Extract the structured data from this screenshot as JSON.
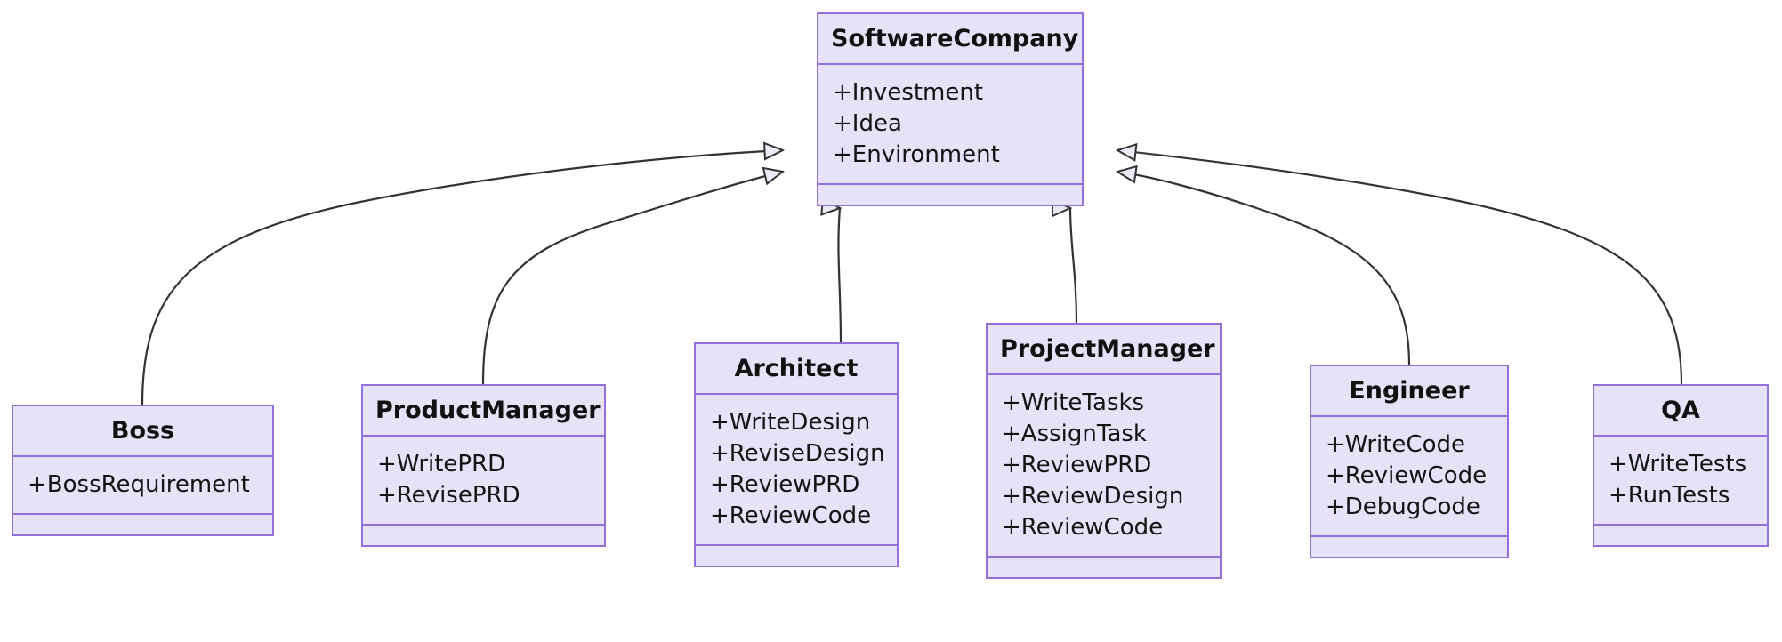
{
  "diagram": {
    "kind": "uml-class-diagram",
    "relationship": "generalization",
    "colors": {
      "node_fill": "#E6E3F8",
      "node_border": "#9370DB",
      "edge_stroke": "#333333",
      "arrow_fill": "#ECEAF9",
      "text": "#111111",
      "background": "#FFFFFF"
    },
    "classes": [
      {
        "id": "softwarecompany",
        "name": "SoftwareCompany",
        "attributes": [
          "+Investment",
          "+Idea",
          "+Environment"
        ],
        "methods": []
      },
      {
        "id": "boss",
        "name": "Boss",
        "attributes": [
          "+BossRequirement"
        ],
        "methods": []
      },
      {
        "id": "productmanager",
        "name": "ProductManager",
        "attributes": [
          "+WritePRD",
          "+RevisePRD"
        ],
        "methods": []
      },
      {
        "id": "architect",
        "name": "Architect",
        "attributes": [
          "+WriteDesign",
          "+ReviseDesign",
          "+ReviewPRD",
          "+ReviewCode"
        ],
        "methods": []
      },
      {
        "id": "projectmanager",
        "name": "ProjectManager",
        "attributes": [
          "+WriteTasks",
          "+AssignTask",
          "+ReviewPRD",
          "+ReviewDesign",
          "+ReviewCode"
        ],
        "methods": []
      },
      {
        "id": "engineer",
        "name": "Engineer",
        "attributes": [
          "+WriteCode",
          "+ReviewCode",
          "+DebugCode"
        ],
        "methods": []
      },
      {
        "id": "qa",
        "name": "QA",
        "attributes": [
          "+WriteTests",
          "+RunTests"
        ],
        "methods": []
      }
    ],
    "edges": [
      {
        "from": "boss",
        "to": "softwarecompany",
        "type": "inheritance"
      },
      {
        "from": "productmanager",
        "to": "softwarecompany",
        "type": "inheritance"
      },
      {
        "from": "architect",
        "to": "softwarecompany",
        "type": "inheritance"
      },
      {
        "from": "projectmanager",
        "to": "softwarecompany",
        "type": "inheritance"
      },
      {
        "from": "engineer",
        "to": "softwarecompany",
        "type": "inheritance"
      },
      {
        "from": "qa",
        "to": "softwarecompany",
        "type": "inheritance"
      }
    ]
  }
}
